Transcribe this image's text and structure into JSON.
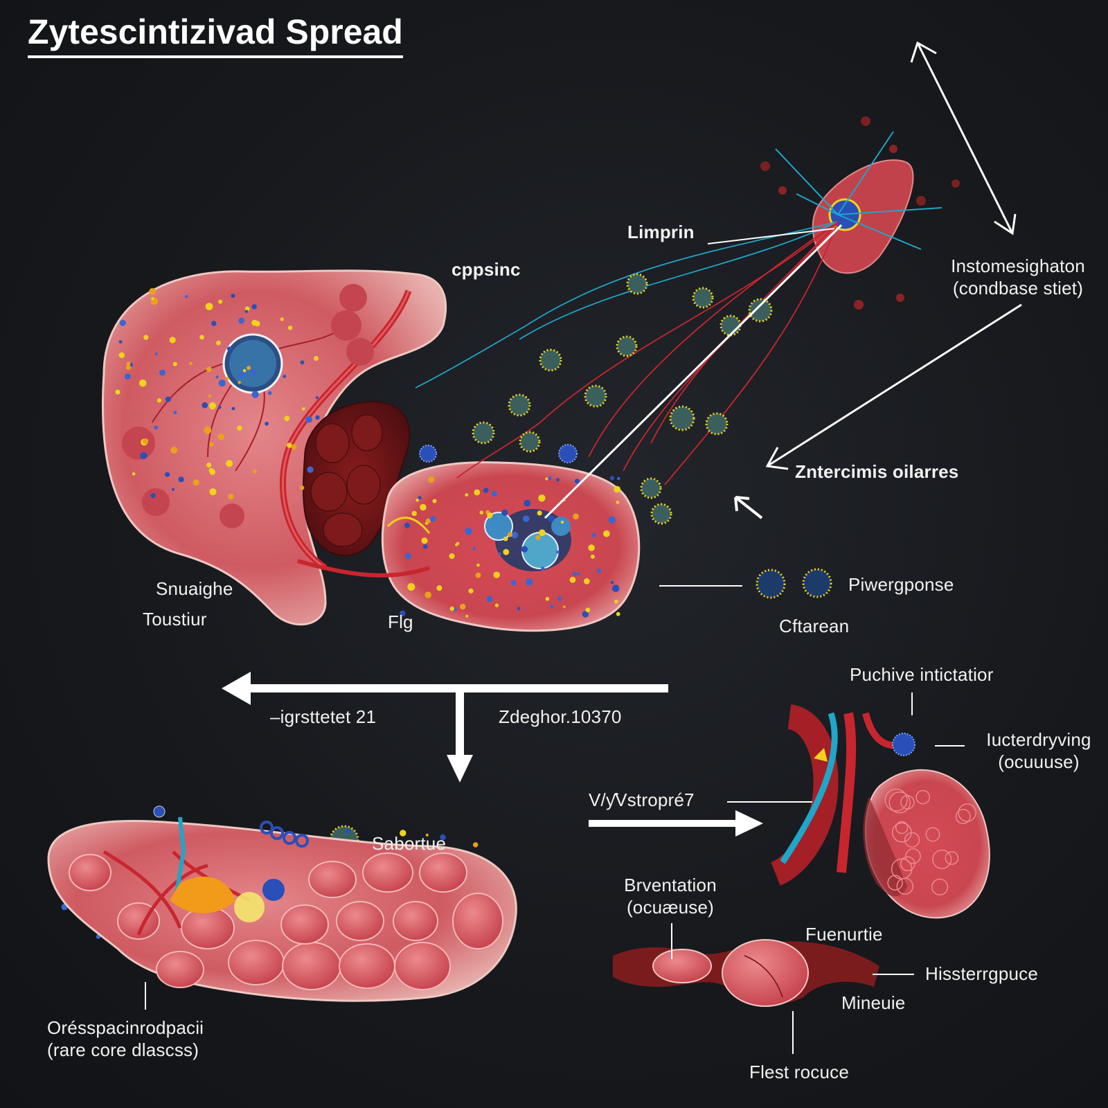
{
  "title": "Zytescintizivad Spread",
  "labels": {
    "limprin": "Limprin",
    "cppsinc": "cppsinc",
    "instomesighaton": "Instomesighaton",
    "condbase": "(condbase stiet)",
    "zntercimis": "Zntercimis oilarres",
    "snuaighe": "Snuaighe",
    "toustiur": "Toustiur",
    "flg": "Flg",
    "piwergponse": "Piwergponse",
    "cftarean": "Cftarean",
    "puchive": "Puchive intictatior",
    "igrst": "–igrsttetet 21",
    "zdeghor": "Zdeghor.10370",
    "iucterdryving": "Iucterdryving",
    "ocuuuse": "(ocuuuse)",
    "vvstropre": "V/ƴVstropré7",
    "sabortue": "Sabortue",
    "brventation": "Brventation",
    "ocususe": "(ocuæuse)",
    "fuenurtie": "Fuenurtie",
    "hissterrgpuce": "Hissterrgpuce",
    "mineuie": "Mineuie",
    "orespacin": "Orésspacinrodpacii",
    "rarecore": "(rare core dlascss)",
    "flest": "Flest rocuce"
  },
  "colors": {
    "background": "#17191d",
    "tissue_pink": "#d9646c",
    "tissue_light": "#e89c9e",
    "vessel_red": "#c8262f",
    "vessel_blue": "#1fa6c9",
    "particle_yellow": "#f1d21c",
    "particle_blue": "#2a4fb8",
    "dark_lobe": "#6b1414",
    "arrow_white": "#ffffff"
  }
}
